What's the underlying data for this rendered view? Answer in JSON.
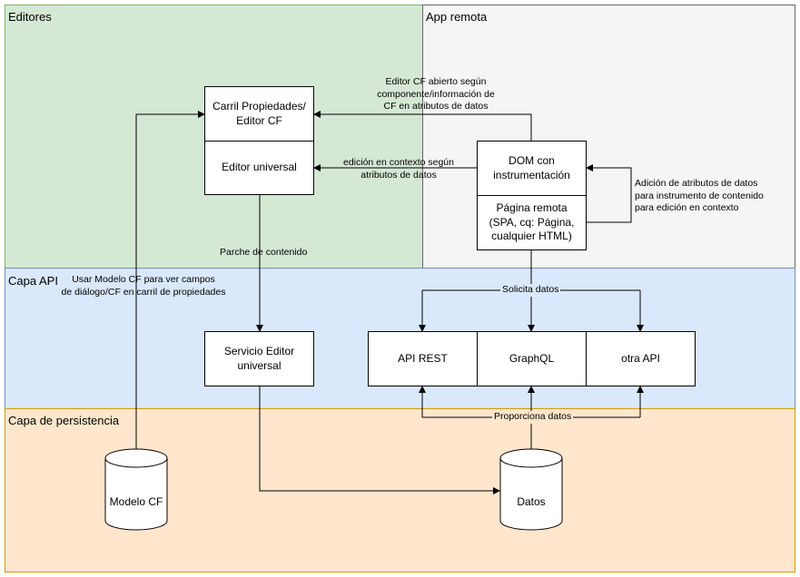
{
  "regions": {
    "editores": "Editores",
    "app_remota": "App remota",
    "capa_api": "Capa API",
    "capa_persistencia": "Capa de persistencia"
  },
  "boxes": {
    "carril": "Carril Propiedades/ Editor CF",
    "editor_universal": "Editor universal",
    "dom": "DOM con instrumentación",
    "pagina_remota": "Página remota (SPA, cq: Página, cualquier HTML)",
    "servicio_editor": "Servicio Editor universal",
    "api_rest": "API REST",
    "graphql": "GraphQL",
    "otra_api": "otra API"
  },
  "cylinders": {
    "modelo_cf": "Modelo CF",
    "datos": "Datos"
  },
  "notes": {
    "editor_abierto": [
      "Editor CF abierto según",
      "componente/información de",
      "CF en atributos de datos"
    ],
    "edicion_contexto": [
      "edición en contexto según",
      "atributos de datos"
    ],
    "adicion_atributos": [
      "Adición de atributos de datos",
      "para instrumento de contenido",
      "para edición en contexto"
    ],
    "parche": "Parche de contenido",
    "usar_modelo": [
      "Usar Modelo CF para ver campos",
      "de diálogo/CF en carril de propiedades"
    ],
    "solicita": "Solicita datos",
    "proporciona": "Proporciona datos"
  },
  "colors": {
    "editores_fill": "#d5e8d4",
    "editores_stroke": "#82b366",
    "app_fill": "#f5f5f5",
    "app_stroke": "#666666",
    "api_fill": "#dae8fc",
    "api_stroke": "#6c8ebf",
    "persist_fill": "#ffe6cc",
    "persist_stroke": "#d79b00"
  }
}
